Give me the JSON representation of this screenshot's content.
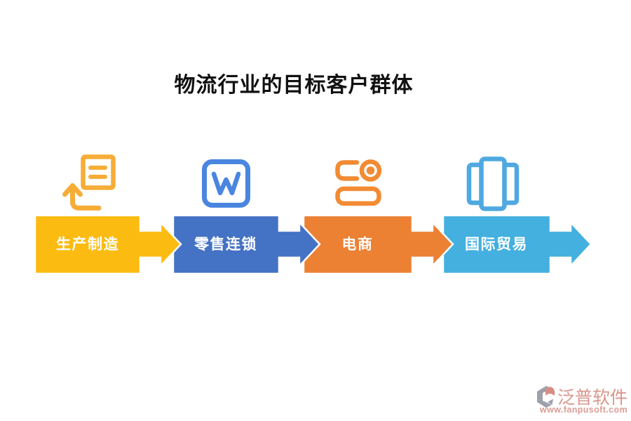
{
  "title": {
    "text": "物流行业的目标客户群体",
    "color": "#111111"
  },
  "flow": {
    "label_color": "#ffffff",
    "blocks": [
      {
        "label": "生产制造",
        "color": "#FCBB10",
        "icon": "document-return-arrow-icon",
        "icon_color": "#F6AD37"
      },
      {
        "label": "零售连锁",
        "color": "#4472C4",
        "icon": "w-square-icon",
        "icon_color": "#4A86E0"
      },
      {
        "label": "电商",
        "color": "#EC8033",
        "icon": "camera-icon",
        "icon_color": "#F28B33"
      },
      {
        "label": "国际贸易",
        "color": "#43B0DF",
        "icon": "carousel-panels-icon",
        "icon_color": "#4FA9E0"
      }
    ]
  },
  "watermark": {
    "brand": "泛普软件",
    "url": "www.fanpusoft.com",
    "text_color": "#DB968E",
    "url_color": "#DC9D95",
    "mark_gray": "#9EA0AC",
    "mark_accent": "#D98D83"
  }
}
